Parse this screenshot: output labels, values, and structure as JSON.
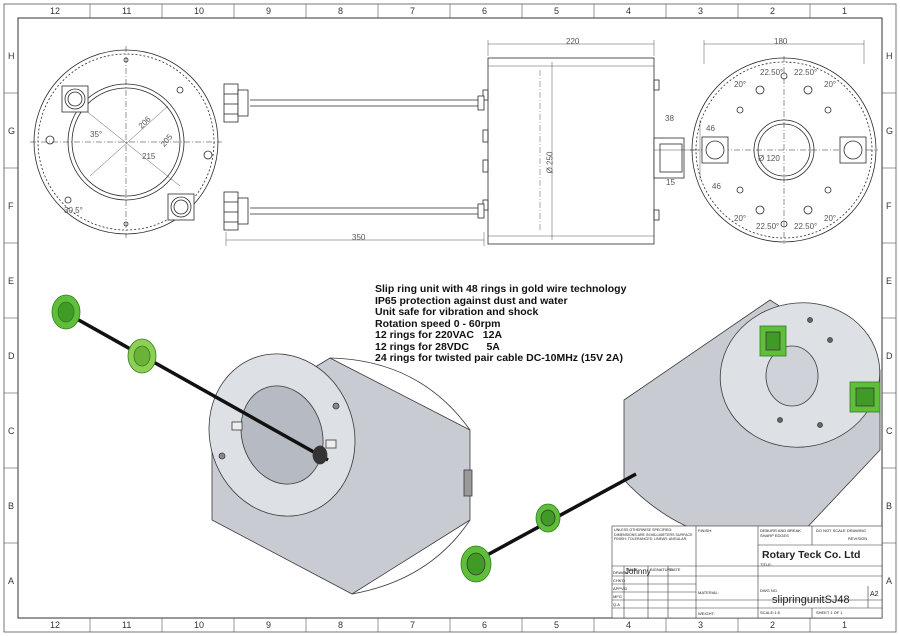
{
  "grid": {
    "columns": [
      "12",
      "11",
      "10",
      "9",
      "8",
      "7",
      "6",
      "5",
      "4",
      "3",
      "2",
      "1"
    ],
    "rows": [
      "H",
      "G",
      "F",
      "E",
      "D",
      "C",
      "B",
      "A"
    ]
  },
  "dimensions": {
    "top_width": "220",
    "end_width": "180",
    "length": "350",
    "diameter_main": "Ø 250",
    "diameter_inner": "Ø 120",
    "offset_38": "38",
    "offset_15": "15",
    "offset_46a": "46",
    "offset_46b": "46",
    "pcd_215": "215",
    "pcd_205": "205",
    "r_206": "206",
    "angle_35": "35°",
    "angle_30": "30.5°",
    "angle_2250a": "22.50°",
    "angle_2250b": "22.50°",
    "angle_2250c": "22.50°",
    "angle_2250d": "22.50°",
    "angle_20a": "20°",
    "angle_20b": "20°",
    "angle_20c": "20°",
    "angle_20d": "20°"
  },
  "notes": [
    "Slip ring unit with 48 rings in gold wire technology",
    "IP65 protection against dust and water",
    "Unit safe for vibration and shock",
    "Rotation speed 0 - 60rpm",
    "",
    "12 rings for 220VAC   12A",
    "12 rings for 28VDC      5A",
    "24 rings for twisted pair cable DC-10MHz (15V 2A)"
  ],
  "title_block": {
    "company": "Rotary Teck Co. Ltd",
    "drawn_by": "Johnny",
    "dwg_no": "slipringunitSJ48",
    "size": "A2",
    "row_labels": [
      "DRAWN",
      "CHK'D",
      "APPV'D",
      "MFG",
      "Q.A"
    ],
    "col_labels": [
      "NAME",
      "SIGNATURE",
      "DATE"
    ],
    "title_label": "TITLE:",
    "material_label": "MATERIAL:",
    "weight_label": "WEIGHT:",
    "scale_label": "SCALE:1:5",
    "sheet_label": "SHEET 1 OF 1",
    "finish_label": "FINISH:",
    "deburr_label": "DEBURR AND BREAK SHARP EDGES",
    "no_scale_label": "DO NOT SCALE DRAWING",
    "revision_label": "REVISION",
    "dwg_no_label": "DWG NO.",
    "unless_label": "UNLESS OTHERWISE SPECIFIED: DIMENSIONS ARE IN MILLIMETERS SURFACE FINISH: TOLERANCES: LINEAR: ANGULAR:"
  },
  "colors": {
    "line": "#2a2a2a",
    "body_light": "#d9dbe0",
    "body_dark": "#a9adb6",
    "connector_green": "#5fbf3a",
    "connector_dark": "#2f7d1d"
  }
}
